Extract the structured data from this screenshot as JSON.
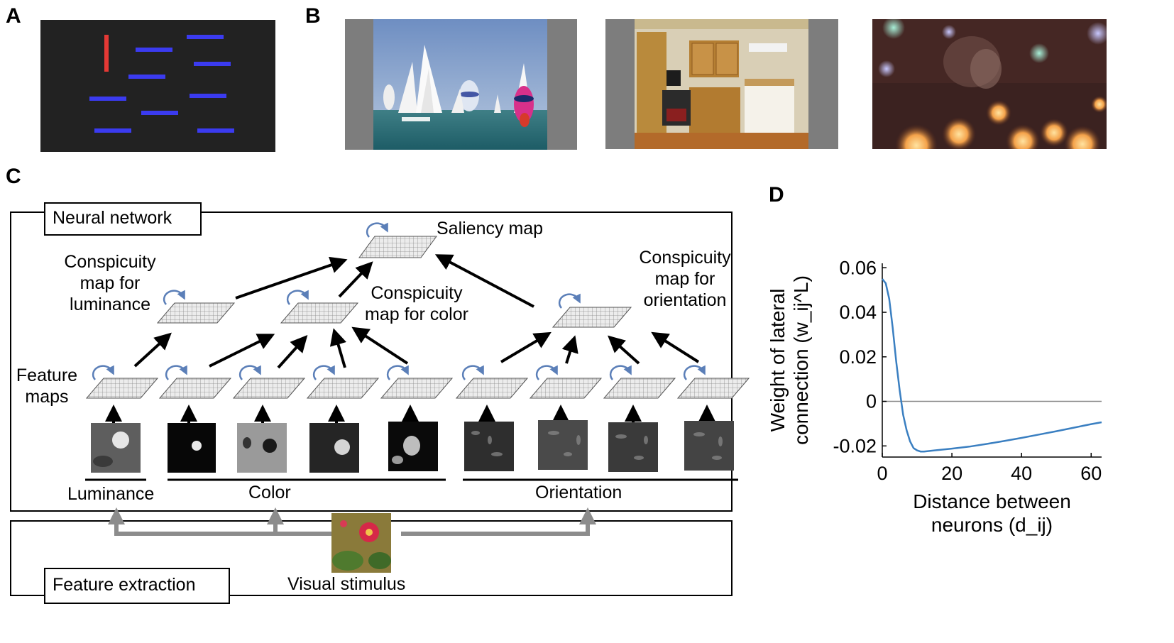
{
  "panels": {
    "a": "A",
    "b": "B",
    "c": "C",
    "d": "D"
  },
  "diagram": {
    "network_box_label": "Neural network",
    "feature_box_label": "Feature extraction",
    "saliency": "Saliency map",
    "consp_lum": [
      "Conspicuity",
      "map for",
      "luminance"
    ],
    "consp_color": [
      "Conspicuity",
      "map for color"
    ],
    "consp_orient": [
      "Conspicuity",
      "map for",
      "orientation"
    ],
    "feature_maps": [
      "Feature",
      "maps"
    ],
    "group_luminance": "Luminance",
    "group_color": "Color",
    "group_orientation": "Orientation",
    "stimulus": "Visual stimulus"
  },
  "colors": {
    "search_bg": "#222222",
    "target": "#e53935",
    "distractor": "#3b3bf0",
    "curve": "#3a7fc1",
    "arrow_gray": "#8c8c8c",
    "circ_arrow": "#5b7fb8"
  },
  "chart_data": {
    "type": "line",
    "xlabel": [
      "Distance between",
      "neurons (d_ij)"
    ],
    "ylabel": [
      "Weight of lateral",
      "connection (w_ij^L)"
    ],
    "xlim": [
      0,
      63
    ],
    "ylim": [
      -0.025,
      0.062
    ],
    "xticks": [
      "0",
      "20",
      "40",
      "60"
    ],
    "yticks": [
      "0.06",
      "0.04",
      "0.02",
      "0",
      "-0.02"
    ],
    "x": [
      0,
      1,
      2,
      3,
      4,
      5,
      6,
      7,
      8,
      9,
      10,
      11,
      12,
      15,
      20,
      25,
      30,
      35,
      40,
      45,
      50,
      55,
      60,
      63
    ],
    "y": [
      0.055,
      0.053,
      0.046,
      0.033,
      0.018,
      0.005,
      -0.006,
      -0.013,
      -0.018,
      -0.021,
      -0.022,
      -0.0225,
      -0.0225,
      -0.022,
      -0.0212,
      -0.0203,
      -0.0191,
      -0.0178,
      -0.0164,
      -0.0149,
      -0.0134,
      -0.0118,
      -0.0102,
      -0.0094
    ],
    "zero_line": true
  }
}
